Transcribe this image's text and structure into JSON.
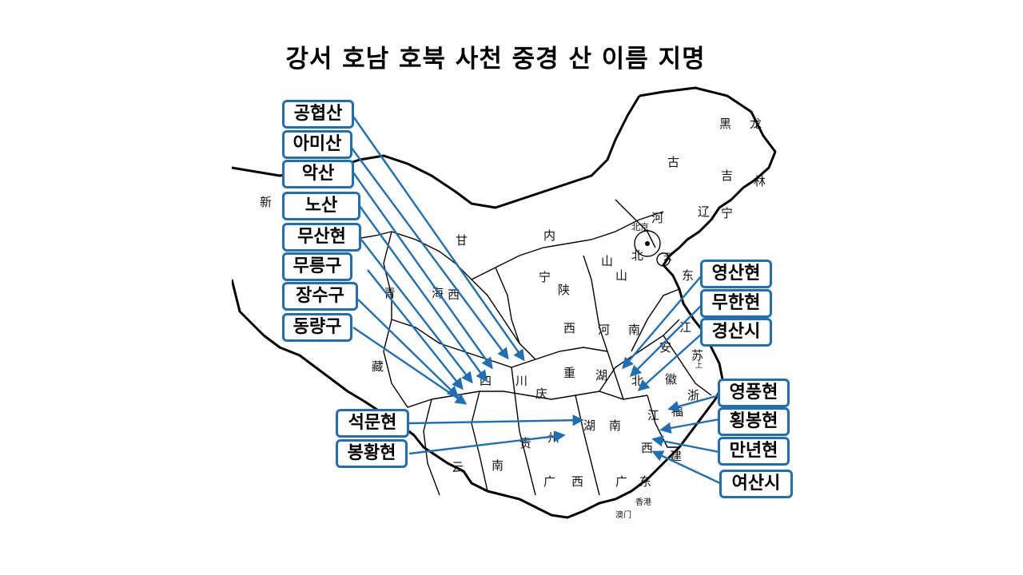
{
  "title": "강서 호남 호북 사천 중경 산 이름 지명",
  "map_labels": [
    "黑",
    "龙",
    "古",
    "吉",
    "林",
    "新",
    "辽",
    "宁",
    "北京",
    "河",
    "北",
    "天",
    "甘",
    "内",
    "山",
    "宁",
    "西",
    "青",
    "海",
    "陕",
    "山",
    "东",
    "西",
    "河",
    "南",
    "江",
    "苏",
    "安",
    "徽",
    "四",
    "川",
    "重",
    "湖",
    "北",
    "浙",
    "藏",
    "庆",
    "湖",
    "南",
    "江",
    "西",
    "福",
    "建",
    "贵",
    "州",
    "云",
    "南",
    "广",
    "西",
    "广",
    "东",
    "上",
    "澳门",
    "香港"
  ],
  "labels_left": [
    {
      "text": "공협산"
    },
    {
      "text": "아미산"
    },
    {
      "text": "악산"
    },
    {
      "text": "노산"
    },
    {
      "text": "무산현"
    },
    {
      "text": "무릉구"
    },
    {
      "text": "장수구"
    },
    {
      "text": "동량구"
    },
    {
      "text": "석문현"
    },
    {
      "text": "봉황현"
    }
  ],
  "labels_right": [
    {
      "text": "영산현"
    },
    {
      "text": "무한현"
    },
    {
      "text": "경산시"
    },
    {
      "text": "영풍현"
    },
    {
      "text": "횡봉현"
    },
    {
      "text": "만년현"
    },
    {
      "text": "여산시"
    }
  ],
  "colors": {
    "arrow": "#1f6fb5",
    "border": "#1f6fb5"
  }
}
